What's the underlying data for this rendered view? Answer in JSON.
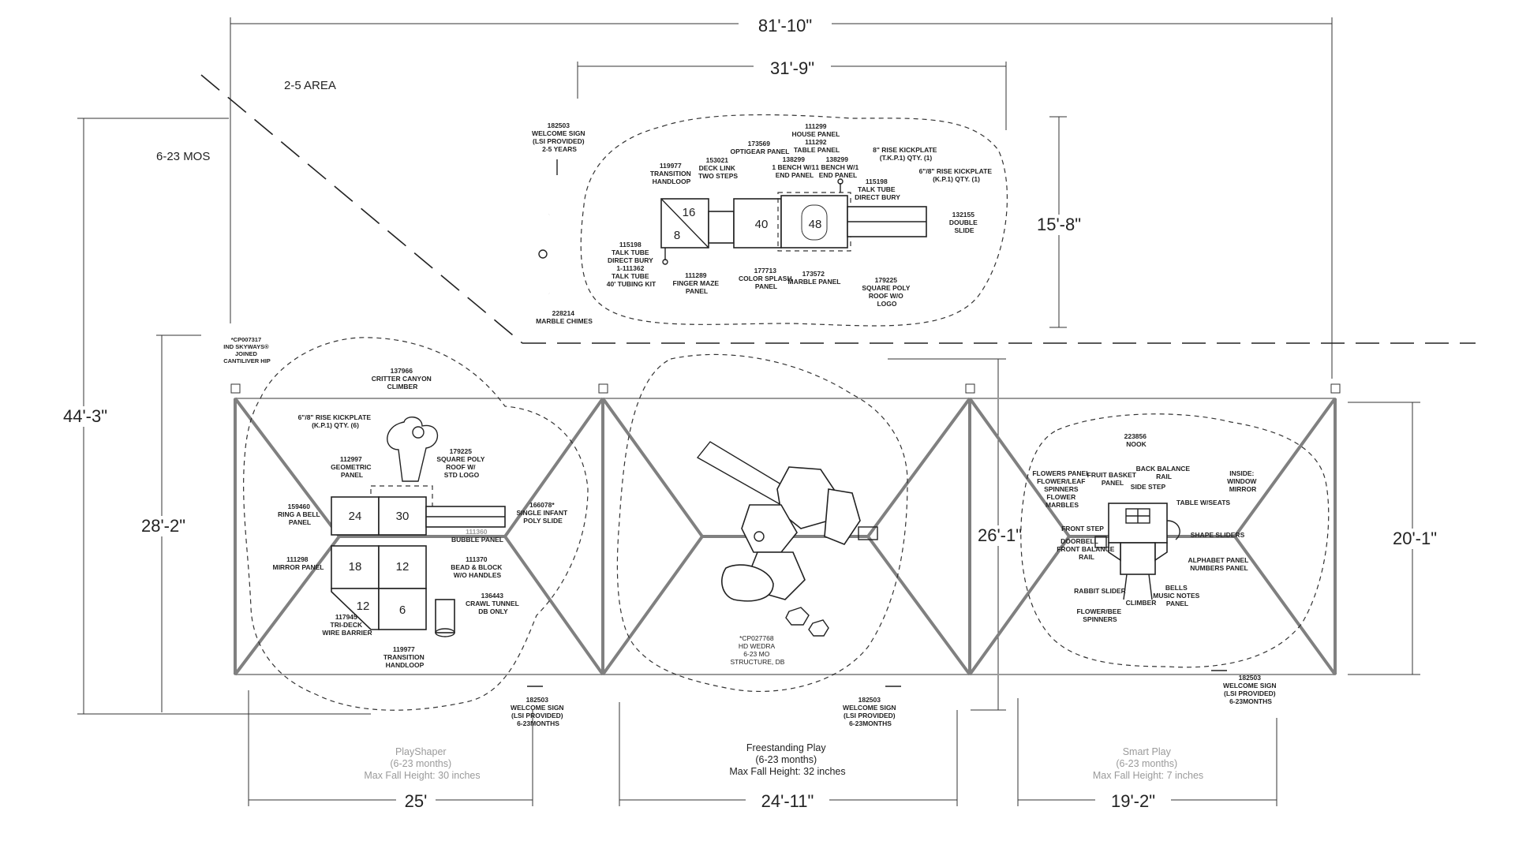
{
  "dimensions": {
    "total_width": "81'-10\"",
    "upper_width": "31'-9\"",
    "upper_height": "15'-8\"",
    "total_height": "44'-3\"",
    "lower_height": "28'-2\"",
    "center_height": "26'-1\"",
    "right_height": "20'-1\"",
    "left_width": "25'",
    "center_width": "24'-11\"",
    "right_width": "19'-2\""
  },
  "areas": {
    "upper": "2-5 AREA",
    "lower": "6-23 MOS"
  },
  "upper_labels": {
    "welcome_sign": [
      "182503",
      "WELCOME SIGN",
      "(LSI PROVIDED)",
      "2-5 YEARS"
    ],
    "transition_handloop": [
      "119977",
      "TRANSITION",
      "HANDLOOP"
    ],
    "deck_link": [
      "153021",
      "DECK LINK",
      "TWO STEPS"
    ],
    "optigear": [
      "173569",
      "OPTIGEAR PANEL"
    ],
    "house_panel": [
      "111299",
      "HOUSE PANEL",
      "111292",
      "TABLE PANEL"
    ],
    "bench1": [
      "138299",
      "1 BENCH W/1",
      "END PANEL"
    ],
    "bench2": [
      "138299",
      "1 BENCH W/1",
      "END PANEL"
    ],
    "kickplate_tkp": [
      "8\" RISE KICKPLATE",
      "(T.K.P.1) QTY. (1)"
    ],
    "kickplate_kp": [
      "6\"/8\" RISE KICKPLATE",
      "(K.P.1) QTY. (1)"
    ],
    "talk_tube_right": [
      "115198",
      "TALK TUBE",
      "DIRECT BURY"
    ],
    "double_slide": [
      "132155",
      "DOUBLE",
      "SLIDE"
    ],
    "talk_tube_left": [
      "115198",
      "TALK TUBE",
      "DIRECT BURY",
      "1-111362",
      "TALK TUBE",
      "40' TUBING KIT"
    ],
    "finger_maze": [
      "111289",
      "FINGER MAZE",
      "PANEL"
    ],
    "color_splash": [
      "177713",
      "COLOR SPLASH",
      "PANEL"
    ],
    "marble_panel": [
      "173572",
      "MARBLE PANEL"
    ],
    "square_roof": [
      "179225",
      "SQUARE POLY",
      "ROOF W/O",
      "LOGO"
    ],
    "marble_chimes": [
      "228214",
      "MARBLE CHIMES"
    ],
    "deck_numbers": [
      "16",
      "8",
      "40",
      "48"
    ]
  },
  "left_labels": {
    "skyways": [
      "*CP007317",
      "IND SKYWAYS®",
      "JOINED",
      "CANTILIVER HIP"
    ],
    "climber": [
      "137966",
      "CRITTER CANYON",
      "CLIMBER"
    ],
    "kickplate": [
      "6\"/8\" RISE KICKPLATE",
      "(K.P.1) QTY. (6)"
    ],
    "geometric": [
      "112997",
      "GEOMETRIC",
      "PANEL"
    ],
    "roof_logo": [
      "179225",
      "SQUARE POLY",
      "ROOF W/",
      "STD LOGO"
    ],
    "ring_bell": [
      "159460",
      "RING A BELL",
      "PANEL"
    ],
    "infant_slide": [
      "166078*",
      "SINGLE INFANT",
      "POLY SLIDE"
    ],
    "bubble": [
      "111360",
      "BUBBLE PANEL"
    ],
    "mirror": [
      "111298",
      "MIRROR PANEL"
    ],
    "bead_block": [
      "111370",
      "BEAD & BLOCK",
      "W/O HANDLES"
    ],
    "crawl_tunnel": [
      "136443",
      "CRAWL TUNNEL",
      "DB ONLY"
    ],
    "wire_barrier": [
      "117945",
      "TRI-DECK",
      "WIRE BARRIER"
    ],
    "handloop": [
      "119977",
      "TRANSITION",
      "HANDLOOP"
    ],
    "welcome_sign": [
      "182503",
      "WELCOME SIGN",
      "(LSI PROVIDED)",
      "6-23MONTHS"
    ],
    "deck_numbers": [
      "24",
      "30",
      "18",
      "12",
      "12",
      "6"
    ]
  },
  "center_labels": {
    "wedra": [
      "*CP027768",
      "HD WEDRA",
      "6-23 MO",
      "STRUCTURE, DB"
    ],
    "welcome_sign": [
      "182503",
      "WELCOME SIGN",
      "(LSI PROVIDED)",
      "6-23MONTHS"
    ]
  },
  "right_labels": {
    "nook": [
      "223856",
      "NOOK"
    ],
    "flowers": [
      "FLOWERS PANEL",
      "FLOWER/LEAF",
      "SPINNERS",
      "FLOWER",
      "MARBLES"
    ],
    "fruit_basket": [
      "FRUIT BASKET",
      "PANEL"
    ],
    "back_balance": [
      "BACK BALANCE",
      "RAIL"
    ],
    "side_step": [
      "SIDE STEP"
    ],
    "inside_mirror": [
      "INSIDE:",
      "WINDOW",
      "MIRROR"
    ],
    "table_seats": [
      "TABLE W/SEATS"
    ],
    "front_step": [
      "FRONT STEP"
    ],
    "doorbell": [
      "DOORBELL"
    ],
    "shape_sliders": [
      "SHAPE SLIDERS"
    ],
    "front_balance": [
      "FRONT BALANCE",
      "RAIL"
    ],
    "alphabet": [
      "ALPHABET PANEL",
      "NUMBERS PANEL"
    ],
    "rabbit": [
      "RABBIT SLIDER"
    ],
    "climber": [
      "CLIMBER"
    ],
    "bells": [
      "BELLS",
      "MUSIC NOTES",
      "PANEL"
    ],
    "flower_bee": [
      "FLOWER/BEE",
      "SPINNERS"
    ],
    "welcome_sign": [
      "182503",
      "WELCOME SIGN",
      "(LSI PROVIDED)",
      "6-23MONTHS"
    ]
  },
  "zone_titles": {
    "left": [
      "PlayShaper",
      "(6-23 months)",
      "Max Fall Height: 30 inches"
    ],
    "center": [
      "Freestanding Play",
      "(6-23 months)",
      "Max Fall Height: 32 inches"
    ],
    "right": [
      "Smart Play",
      "(6-23 months)",
      "Max Fall Height: 7 inches"
    ]
  }
}
